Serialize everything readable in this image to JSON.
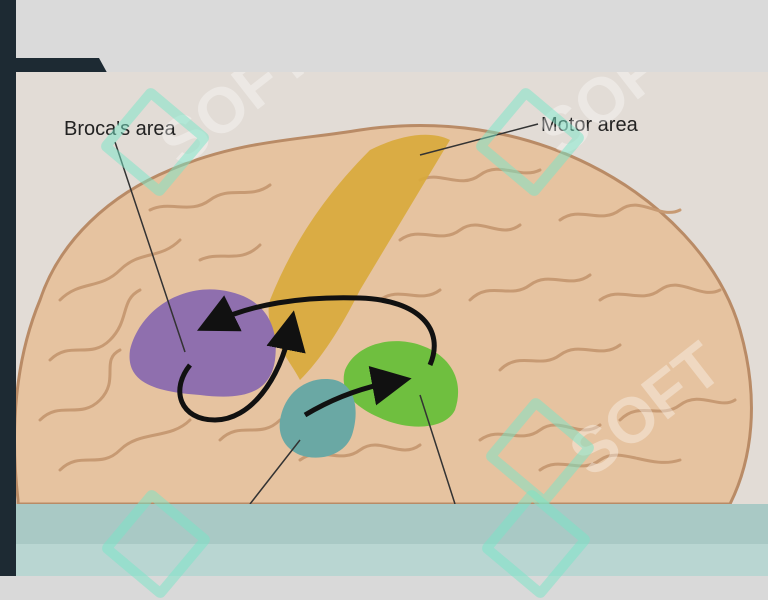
{
  "labels": {
    "broca": "Broca's area",
    "motor": "Motor area"
  },
  "watermark": {
    "text": "SOFT"
  },
  "colors": {
    "brain": "#e6c3a0",
    "gyri": "#b98b66",
    "broca": "#8f6fae",
    "motor": "#d8aa3a",
    "wernicke": "#6fbf3f",
    "auditory": "#6aa8a4",
    "arrow": "#111111"
  }
}
